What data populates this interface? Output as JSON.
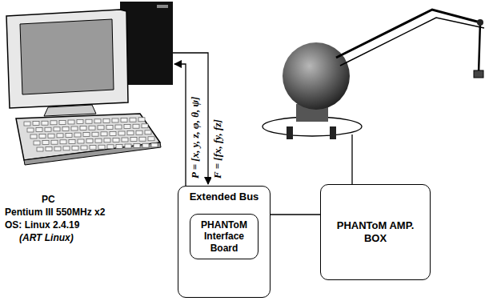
{
  "diagram": {
    "nodes": [
      {
        "text": [
          "Extended Bus"
        ]
      },
      {
        "text": [
          "PHANToM Interface Board"
        ],
        "in": 0
      },
      {
        "text": [
          "PHANToM AMP. BOX"
        ]
      }
    ],
    "edges": [
      {
        "from": 0,
        "to": 2,
        "arrow": "none"
      }
    ],
    "labels": [
      "PC",
      "Pentium III 550MHz x2",
      "OS: Linux 2.4.19",
      "(ART Linux)",
      "P = [x, y, z, φ, θ, ψ]",
      "F = [fx, fy, fz]"
    ]
  }
}
